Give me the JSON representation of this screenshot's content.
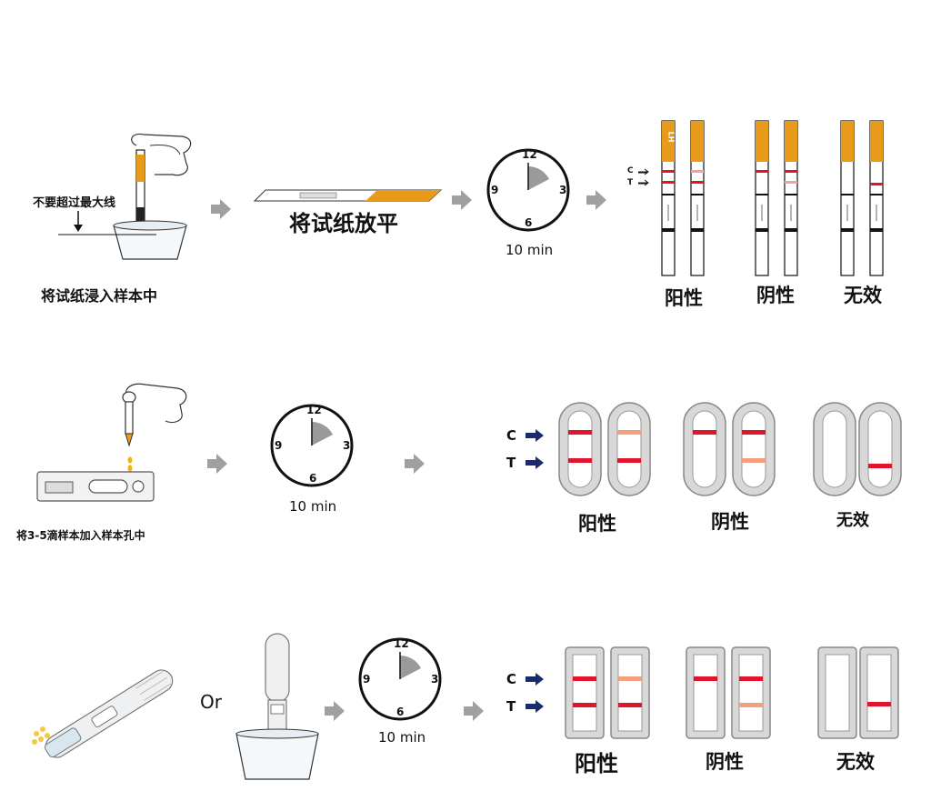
{
  "row1": {
    "warning": "不要超过最大线",
    "step1_caption": "将试纸浸入样本中",
    "step2_caption": "将试纸放平",
    "timer": "10 min",
    "strip_marker_text": "LH",
    "ct_c": "C",
    "ct_t": "T",
    "results": [
      "阳性",
      "阴性",
      "无效"
    ]
  },
  "row2": {
    "step1_caption": "将3-5滴样本加入样本孔中",
    "timer": "10 min",
    "c_label": "C",
    "t_label": "T",
    "results": [
      "阳性",
      "阴性",
      "无效"
    ]
  },
  "row3": {
    "or_text": "Or",
    "timer": "10 min",
    "c_label": "C",
    "t_label": "T",
    "results": [
      "阳性",
      "阴性",
      "无效"
    ]
  },
  "clock": {
    "n12": "12",
    "n3": "3",
    "n6": "6",
    "n9": "9"
  },
  "colors": {
    "line_red": "#e0142a",
    "line_faint": "#f2a07e",
    "arrow_gray": "#a0a0a0",
    "strip_orange": "#e89a1a",
    "arrow_navy": "#1a2a6c"
  }
}
